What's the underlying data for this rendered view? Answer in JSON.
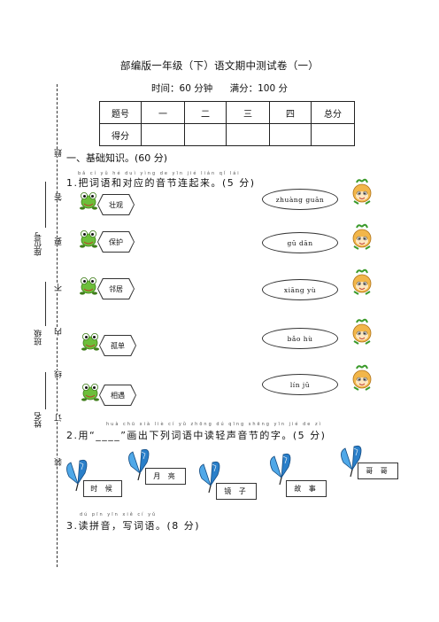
{
  "header": {
    "title": "部编版一年级（下）语文期中测试卷（一）",
    "time": "时间：60 分钟",
    "full_score": "满分：100 分"
  },
  "score_table": {
    "row1": [
      "题号",
      "一",
      "二",
      "三",
      "四",
      "总分"
    ],
    "row2_label": "得分"
  },
  "margin": {
    "student_id": "座位号",
    "class": "班级",
    "name": "姓名",
    "seal_chars": [
      "题",
      "答",
      "要",
      "不",
      "内",
      "线",
      "订",
      "装"
    ]
  },
  "section1": {
    "heading": "一、基础知识。(60 分)",
    "q1": {
      "prompt": "1.把词语和对应的音节连起来。(5 分)",
      "words": [
        "壮观",
        "保护",
        "邻居",
        "孤单",
        "相遇"
      ],
      "pinyins": [
        "zhuàng guān",
        "gū dān",
        "xiāng yù",
        "bǎo hù",
        "lín jū"
      ],
      "icons": [
        "frog-icon",
        "onion-icon"
      ]
    },
    "q2": {
      "prompt": "2.用“____”画出下列词语中读轻声音节的字。(5 分)",
      "words": [
        "时 候",
        "月 亮",
        "镜 子",
        "故 事",
        "哥 哥"
      ],
      "icons": [
        "butterfly-icon"
      ]
    },
    "q3": {
      "prompt": "3.读拼音，写词语。(8 分)"
    }
  }
}
